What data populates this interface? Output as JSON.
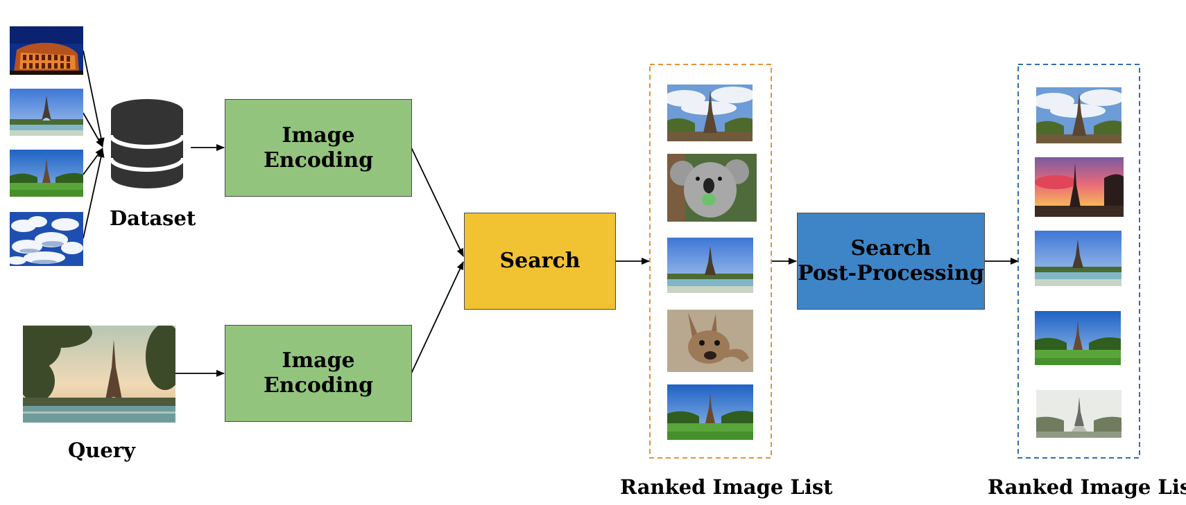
{
  "dataset": {
    "label": "Dataset",
    "images": [
      "colosseum-night",
      "eiffel-tower-fountains",
      "eiffel-tower-lawn",
      "clouds-sky"
    ]
  },
  "query": {
    "label": "Query",
    "image": "eiffel-tower-river-vintage"
  },
  "encoders": {
    "dataset_label": "Image Encoding",
    "query_label": "Image Encoding"
  },
  "search": {
    "label": "Search"
  },
  "post_processing": {
    "label": "Search\nPost-Processing"
  },
  "ranked_list_before": {
    "label": "Ranked Image List",
    "images": [
      "eiffel-tower-clouds",
      "koala",
      "eiffel-tower-fountains",
      "kangaroo",
      "eiffel-tower-lawn"
    ]
  },
  "ranked_list_after": {
    "label": "Ranked Image List",
    "images": [
      "eiffel-tower-clouds",
      "eiffel-tower-sunset",
      "eiffel-tower-fountains",
      "eiffel-tower-lawn",
      "eiffel-tower-foggy-avenue"
    ]
  },
  "colors": {
    "encoder_fill": "#93c47d",
    "search_fill": "#f1c232",
    "post_processing_fill": "#3d85c6",
    "list_before_border": "#e69138",
    "list_after_border": "#2e6cb3",
    "database_fill": "#333333"
  }
}
